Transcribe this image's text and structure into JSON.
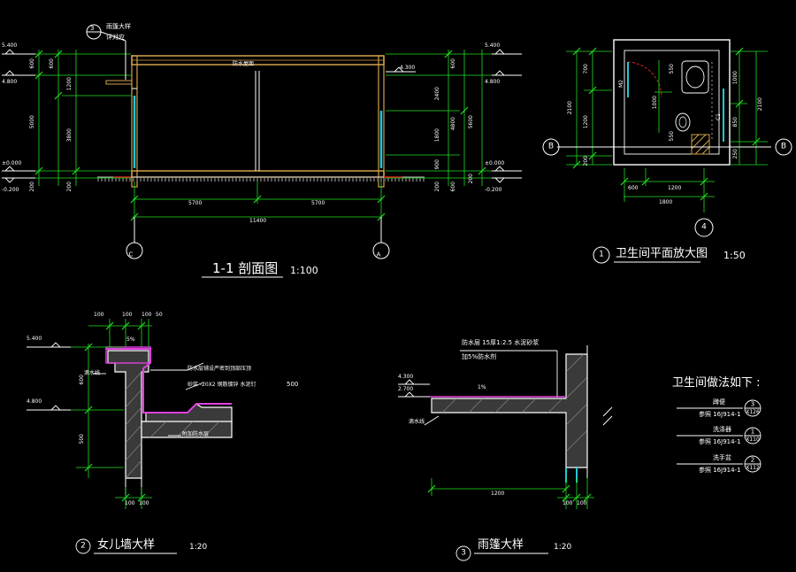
{
  "section": {
    "title": "1-1  剖面图",
    "scale": "1:100",
    "callout_num": "3",
    "callout_line1": "雨篷大样",
    "callout_line2": "详对应",
    "roof_label": "防水屋面",
    "levels_left": [
      "5.400",
      "4.800",
      "±0.000",
      "-0.200"
    ],
    "levels_right": [
      "5.400",
      "4.800",
      "±0.000",
      "-0.200"
    ],
    "level_canopy": "4.300",
    "dims_left_outer": [
      "600",
      "5000",
      "200"
    ],
    "dims_left_inner": [
      "600",
      "1200",
      "3800",
      "200"
    ],
    "dims_right_inner": [
      "600",
      "2400",
      "1800",
      "900",
      "200"
    ],
    "dims_right_outer": [
      "600",
      "4800",
      "5600",
      "200"
    ],
    "dims_bottom": [
      "5700",
      "5700"
    ],
    "dim_total": "11400",
    "axis_left": "C",
    "axis_right": "A"
  },
  "plan": {
    "title": "卫生间平面放大图",
    "scale": "1:50",
    "callout_num": "1",
    "axis_side": "B",
    "axis_bottom": "4",
    "dims_left_outer": [
      "2100"
    ],
    "dims_left_inner": [
      "700",
      "1200",
      "200"
    ],
    "dims_right_inner": [
      "1000",
      "850",
      "250"
    ],
    "dims_right_outer": [
      "2100"
    ],
    "dims_bottom": [
      "600",
      "1200"
    ],
    "dim_total": "1800",
    "door_label": "M2",
    "window_label": "C1",
    "fixture_dims": [
      "550",
      "1000",
      "550"
    ]
  },
  "parapet": {
    "title": "女儿墙大样",
    "scale": "1:20",
    "callout_num": "2",
    "top_dims": [
      "100",
      "100",
      "100",
      "50"
    ],
    "slope": "5%",
    "levels": [
      "5.400",
      "4.800"
    ],
    "dims_side": [
      "600",
      "500"
    ],
    "note_1": "防水层铺设严密到顶部压顶",
    "note_2": "砂浆 -20X2 钢筋镀锌 水泥钉",
    "note_2_value": "500",
    "note_3": "附加防水层",
    "drip_label": "滴水线",
    "bottom_dims": [
      "100",
      "100"
    ]
  },
  "canopy": {
    "title": "雨篷大样",
    "scale": "1:20",
    "callout_num": "3",
    "note_1": "防水层 15厚1:2.5 水泥砂浆",
    "note_2": "加5%防水剂",
    "levels": [
      "4.300",
      "2.700"
    ],
    "slope": "1%",
    "drip_label": "滴水线",
    "dim_width": "1200",
    "bottom_dims": [
      "100",
      "100"
    ]
  },
  "toilet_notes": {
    "heading": "卫生间做法如下 :",
    "items": [
      {
        "name": "蹲便",
        "ref": "参照 16J914-1",
        "num": "3",
        "page": "X126"
      },
      {
        "name": "洗涤器",
        "ref": "参照 16J914-1",
        "num": "1",
        "page": "X110"
      },
      {
        "name": "洗手盆",
        "ref": "参照 16J914-1",
        "num": "2",
        "page": "X112"
      }
    ]
  }
}
